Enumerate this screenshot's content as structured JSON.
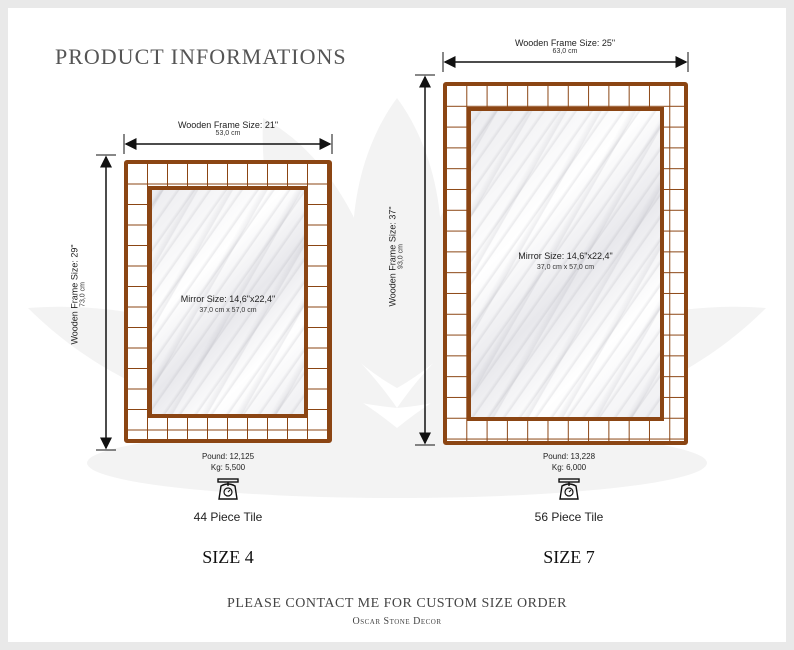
{
  "page": {
    "title": "PRODUCT INFORMATIONS"
  },
  "colors": {
    "frame": "#8b4513",
    "background": "#ffffff",
    "lotus": "#f3f3f3"
  },
  "products": [
    {
      "id": "size4",
      "frame_width_label": "Wooden Frame Size: 21\"",
      "frame_width_cm": "53,0 cm",
      "frame_height_label": "Wooden Frame Size: 29\"",
      "frame_height_cm": "73,0 cm",
      "mirror_label": "Mirror Size: 14,6\"x22,4\"",
      "mirror_cm": "37,0 cm x 57,0 cm",
      "pound": "Pound: 12,125",
      "kg": "Kg: 5,500",
      "scale_icon": "weighing-scale-icon",
      "tile_count": "44 Piece Tile",
      "size_label": "SIZE 4"
    },
    {
      "id": "size7",
      "frame_width_label": "Wooden Frame Size: 25\"",
      "frame_width_cm": "63,0 cm",
      "frame_height_label": "Wooden Frame Size: 37\"",
      "frame_height_cm": "93,0 cm",
      "mirror_label": "Mirror Size: 14,6\"x22,4\"",
      "mirror_cm": "37,0 cm x 57,0 cm",
      "pound": "Pound: 13,228",
      "kg": "Kg: 6,000",
      "scale_icon": "weighing-scale-icon",
      "tile_count": "56 Piece Tile",
      "size_label": "SIZE 7"
    }
  ],
  "footer": {
    "contact": "PLEASE CONTACT ME FOR CUSTOM SIZE ORDER",
    "brand": "Oscar Stone Decor"
  }
}
